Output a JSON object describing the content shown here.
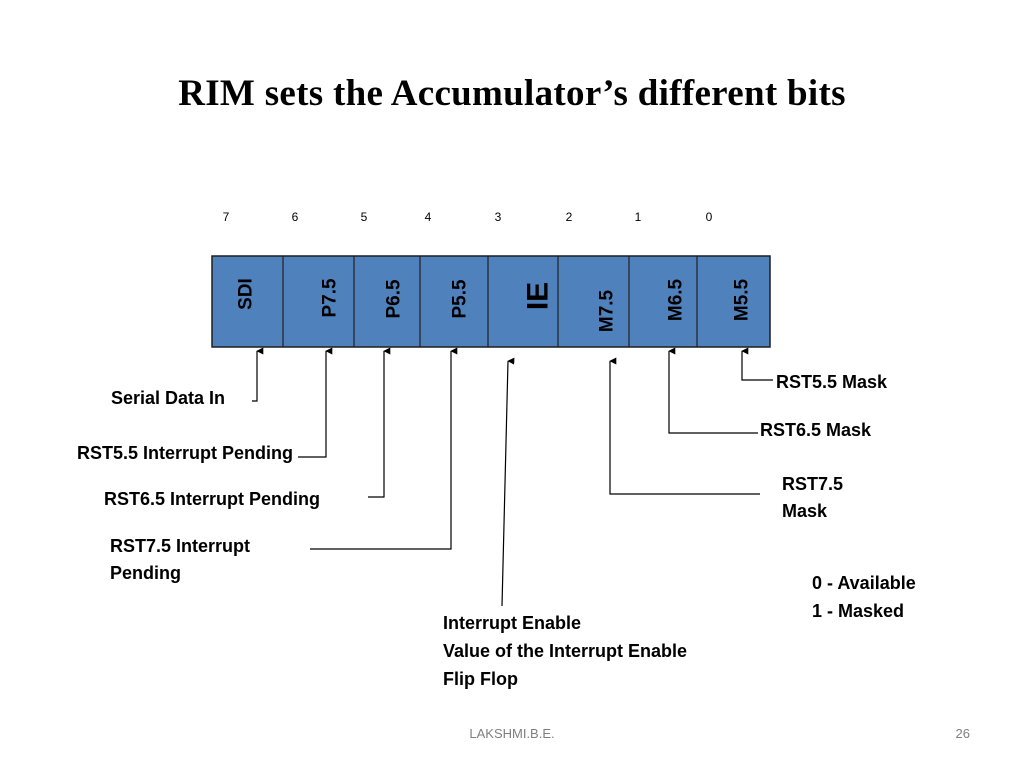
{
  "slide": {
    "title": "RIM sets the Accumulator’s different bits",
    "footer_author": "LAKSHMI.B.E.",
    "page_number": "26"
  },
  "register": {
    "fill_color": "#4f81bd",
    "bit_numbers": [
      "7",
      "6",
      "5",
      "4",
      "3",
      "2",
      "1",
      "0"
    ],
    "fields": [
      "SDI",
      "P7.5",
      "P6.5",
      "P5.5",
      "IE",
      "M7.5",
      "M6.5",
      "M5.5"
    ]
  },
  "annotations": {
    "serial_data_in": [
      "Serial Data In"
    ],
    "rst55_pending": [
      "RST5.5 Interrupt Pending"
    ],
    "rst65_pending": [
      "RST6.5 Interrupt Pending"
    ],
    "rst75_pending": [
      "RST7.5 Interrupt",
      "Pending"
    ],
    "interrupt_enable": [
      "Interrupt Enable",
      "Value of the Interrupt Enable",
      "Flip Flop"
    ],
    "rst75_mask": [
      "RST7.5",
      "Mask"
    ],
    "rst65_mask": [
      "RST6.5 Mask"
    ],
    "rst55_mask": [
      "RST5.5 Mask"
    ],
    "legend": [
      "0 - Available",
      "1 - Masked"
    ]
  }
}
